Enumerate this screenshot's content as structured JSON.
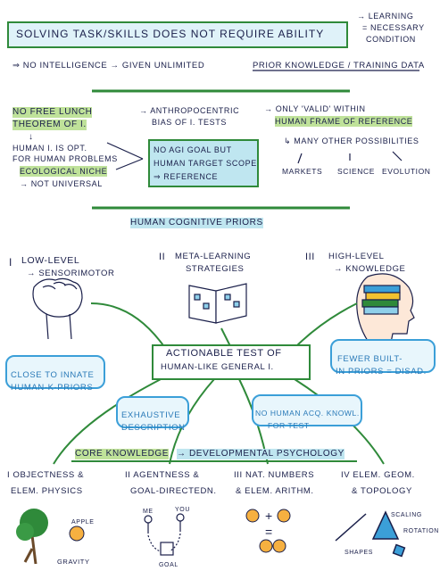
{
  "top": {
    "title": "Solving task/skills does not require ability",
    "side_note": [
      "→ Learning",
      "= Necessary",
      "Condition"
    ],
    "line2_a": "⇒ No intelligence → given unlimited",
    "line2_b": "prior knowledge / training data"
  },
  "middle": {
    "nfl": [
      "No free lunch",
      "theorem of I."
    ],
    "human_opt": [
      "↓",
      "Human I. is opt.",
      "for human problems"
    ],
    "eco": [
      "Ecological niche",
      "→ not universal"
    ],
    "anthro": [
      "→ Anthropocentric",
      "bias of I. tests"
    ],
    "valid": [
      "→ Only 'valid' within",
      "human frame of reference"
    ],
    "many": "↳ Many other possibilities",
    "possibilities": [
      "Markets",
      "Science",
      "Evolution"
    ],
    "agi_box": [
      "No AGI goal but",
      "human target scope",
      "⇒ reference"
    ]
  },
  "priors": {
    "heading": "Human cognitive priors",
    "low": {
      "numeral": "I",
      "text": [
        "Low-level",
        "→ Sensorimotor"
      ]
    },
    "meta": {
      "numeral": "II",
      "text": [
        "Meta-Learning",
        "Strategies"
      ]
    },
    "high": {
      "numeral": "III",
      "text": [
        "High-level",
        "→ Knowledge"
      ]
    }
  },
  "center": {
    "actionable": [
      "Actionable test of",
      "human-like general I."
    ],
    "close_innate": [
      "Close to innate",
      "human-k-priors"
    ],
    "fewer": [
      "Fewer built-",
      "in priors = disad."
    ],
    "exhaustive": [
      "Exhaustive",
      "description"
    ],
    "no_human": [
      "No human acq. knowl.",
      "for test"
    ]
  },
  "core": {
    "heading_a": "Core knowledge",
    "heading_b": "→ Developmental psychology",
    "items": [
      {
        "label": [
          "I Objectness &",
          "Elem. physics"
        ]
      },
      {
        "label": [
          "II Agentness &",
          "Goal-directedn."
        ]
      },
      {
        "label": [
          "III Nat. numbers",
          "& Elem. arithm."
        ]
      },
      {
        "label": [
          "IV Elem. geom.",
          "& topology"
        ]
      }
    ],
    "tags": {
      "apple": "Apple",
      "gravity": "Gravity",
      "me": "Me",
      "you": "You",
      "goal": "Goal",
      "scaling": "Scaling",
      "rotation": "Rotation",
      "shapes": "Shapes"
    }
  },
  "colors": {
    "green": "#2f8a3a",
    "blue": "#3b9fd8",
    "navy": "#1a1f4a",
    "highlight": "#bfe29a",
    "pink": "#e0208f"
  }
}
